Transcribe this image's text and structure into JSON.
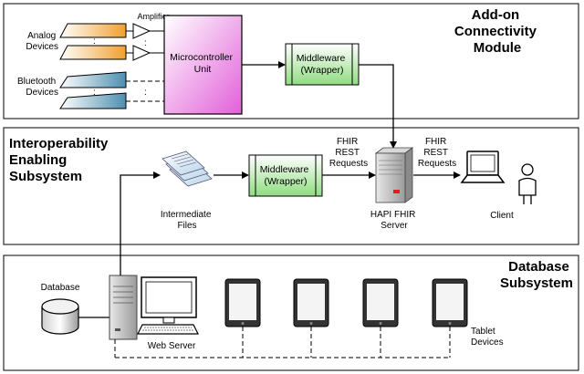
{
  "connectivity": {
    "title_lines": [
      "Add-on",
      "Connectivity",
      "Module"
    ],
    "analog_lines": [
      "Analog",
      "Devices"
    ],
    "bluetooth_lines": [
      "Bluetooth",
      "Devices"
    ],
    "amplifier": "Amplifier",
    "mcu_lines": [
      "Microcontroller",
      "Unit"
    ],
    "middleware_lines": [
      "Middleware",
      "(Wrapper)"
    ]
  },
  "interop": {
    "title_lines": [
      "Interoperability",
      "Enabling",
      "Subsystem"
    ],
    "files_lines": [
      "Intermediate",
      "Files"
    ],
    "middleware_lines": [
      "Middleware",
      "(Wrapper)"
    ],
    "fhir_in_lines": [
      "FHIR",
      "REST",
      "Requests"
    ],
    "fhir_out_lines": [
      "FHIR",
      "REST",
      "Requests"
    ],
    "server_lines": [
      "HAPI FHIR",
      "Server"
    ],
    "client": "Client"
  },
  "database_sub": {
    "title_lines": [
      "Database",
      "Subsystem"
    ],
    "database": "Database",
    "webserver": "Web Server",
    "tablets_lines": [
      "Tablet",
      "Devices"
    ]
  },
  "colors": {
    "mcu_fill": "#f2a9ee",
    "middleware_fill": "#c8f0c0",
    "analog_fill": "#f5b04a",
    "bluetooth_fill": "#7fb3c8"
  }
}
